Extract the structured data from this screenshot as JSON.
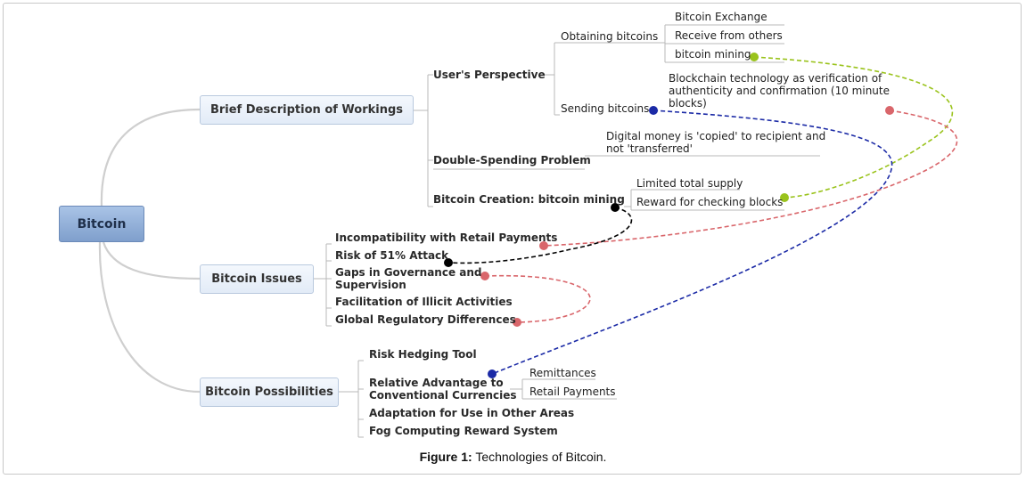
{
  "central": "Bitcoin",
  "branches": {
    "workings": {
      "label": "Brief Description of Workings",
      "users_perspective": "User's Perspective",
      "obtaining": "Obtaining bitcoins",
      "obtaining_items": [
        "Bitcoin Exchange",
        "Receive from others",
        "bitcoin mining"
      ],
      "sending": "Sending bitcoins",
      "sending_note": [
        "Blockchain technology as verification of",
        "authenticity and confirmation (10 minute",
        "blocks)"
      ],
      "double_spending": "Double-Spending Problem",
      "double_spending_note": [
        "Digital money is 'copied' to recipient and",
        "not 'transferred'"
      ],
      "creation": "Bitcoin Creation: bitcoin mining",
      "creation_items": [
        "Limited total supply",
        "Reward for checking blocks"
      ]
    },
    "issues": {
      "label": "Bitcoin Issues",
      "items": [
        "Incompatibility with Retail Payments",
        "Risk of 51% Attack",
        "Gaps in Governance and",
        "Supervision",
        "Facilitation of Illicit Activities",
        "Global Regulatory Differences"
      ]
    },
    "possibilities": {
      "label": "Bitcoin Possibilities",
      "items": [
        "Risk Hedging Tool",
        "Relative Advantage to",
        "Conventional Currencies",
        "Adaptation for Use in Other Areas",
        "Fog Computing Reward System"
      ],
      "advantage_items": [
        "Remittances",
        "Retail Payments"
      ]
    }
  },
  "relationship_colors": {
    "green": "#9ac31c",
    "blue": "#1b2aa6",
    "red": "#d9666b",
    "black": "#000000"
  },
  "caption": {
    "label": "Figure 1:",
    "text": " Technologies of Bitcoin."
  }
}
